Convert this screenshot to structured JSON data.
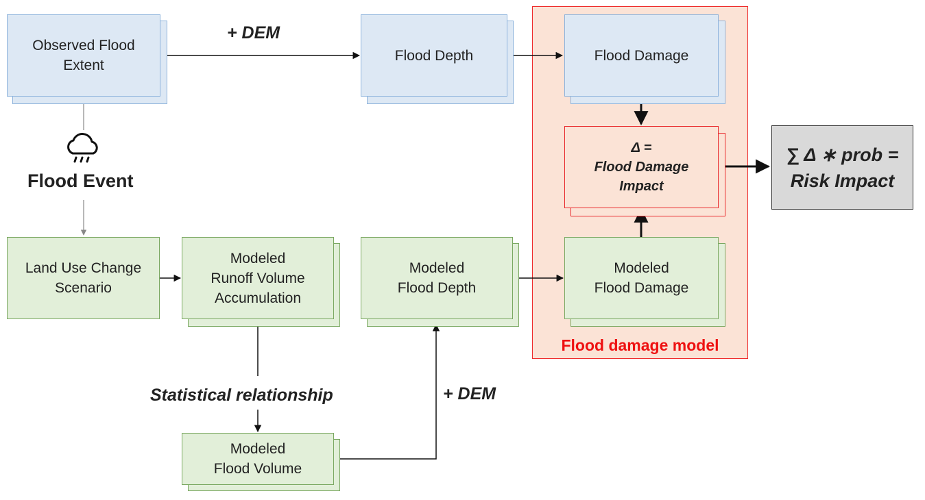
{
  "diagram": {
    "nodes": {
      "observed_flood_extent": "Observed Flood\nExtent",
      "flood_depth": "Flood Depth",
      "flood_damage": "Flood Damage",
      "flood_damage_impact": "Δ =\nFlood Damage\nImpact",
      "risk_impact": "∑ Δ ∗ prob =\nRisk Impact",
      "land_use_change_scenario": "Land Use Change\nScenario",
      "modeled_runoff_volume_accumulation": "Modeled\nRunoff Volume\nAccumulation",
      "modeled_flood_depth": "Modeled\nFlood Depth",
      "modeled_flood_damage": "Modeled\nFlood Damage",
      "modeled_flood_volume": "Modeled\nFlood Volume"
    },
    "event_label": "Flood Event",
    "edge_labels": {
      "dem_top": "+ DEM",
      "dem_bottom": "+ DEM",
      "statistical_relationship": "Statistical relationship"
    },
    "panel_title": "Flood damage model",
    "icons": {
      "event": "rain-cloud-icon"
    },
    "colors": {
      "observed_fill": "#dde8f4",
      "observed_border": "#8db3dc",
      "modeled_fill": "#e2efd9",
      "modeled_border": "#7aa861",
      "panel_fill": "#fbe3d6",
      "panel_border": "#ee2c2c",
      "panel_title": "#ee1111",
      "risk_fill": "#d9d9d9"
    }
  }
}
